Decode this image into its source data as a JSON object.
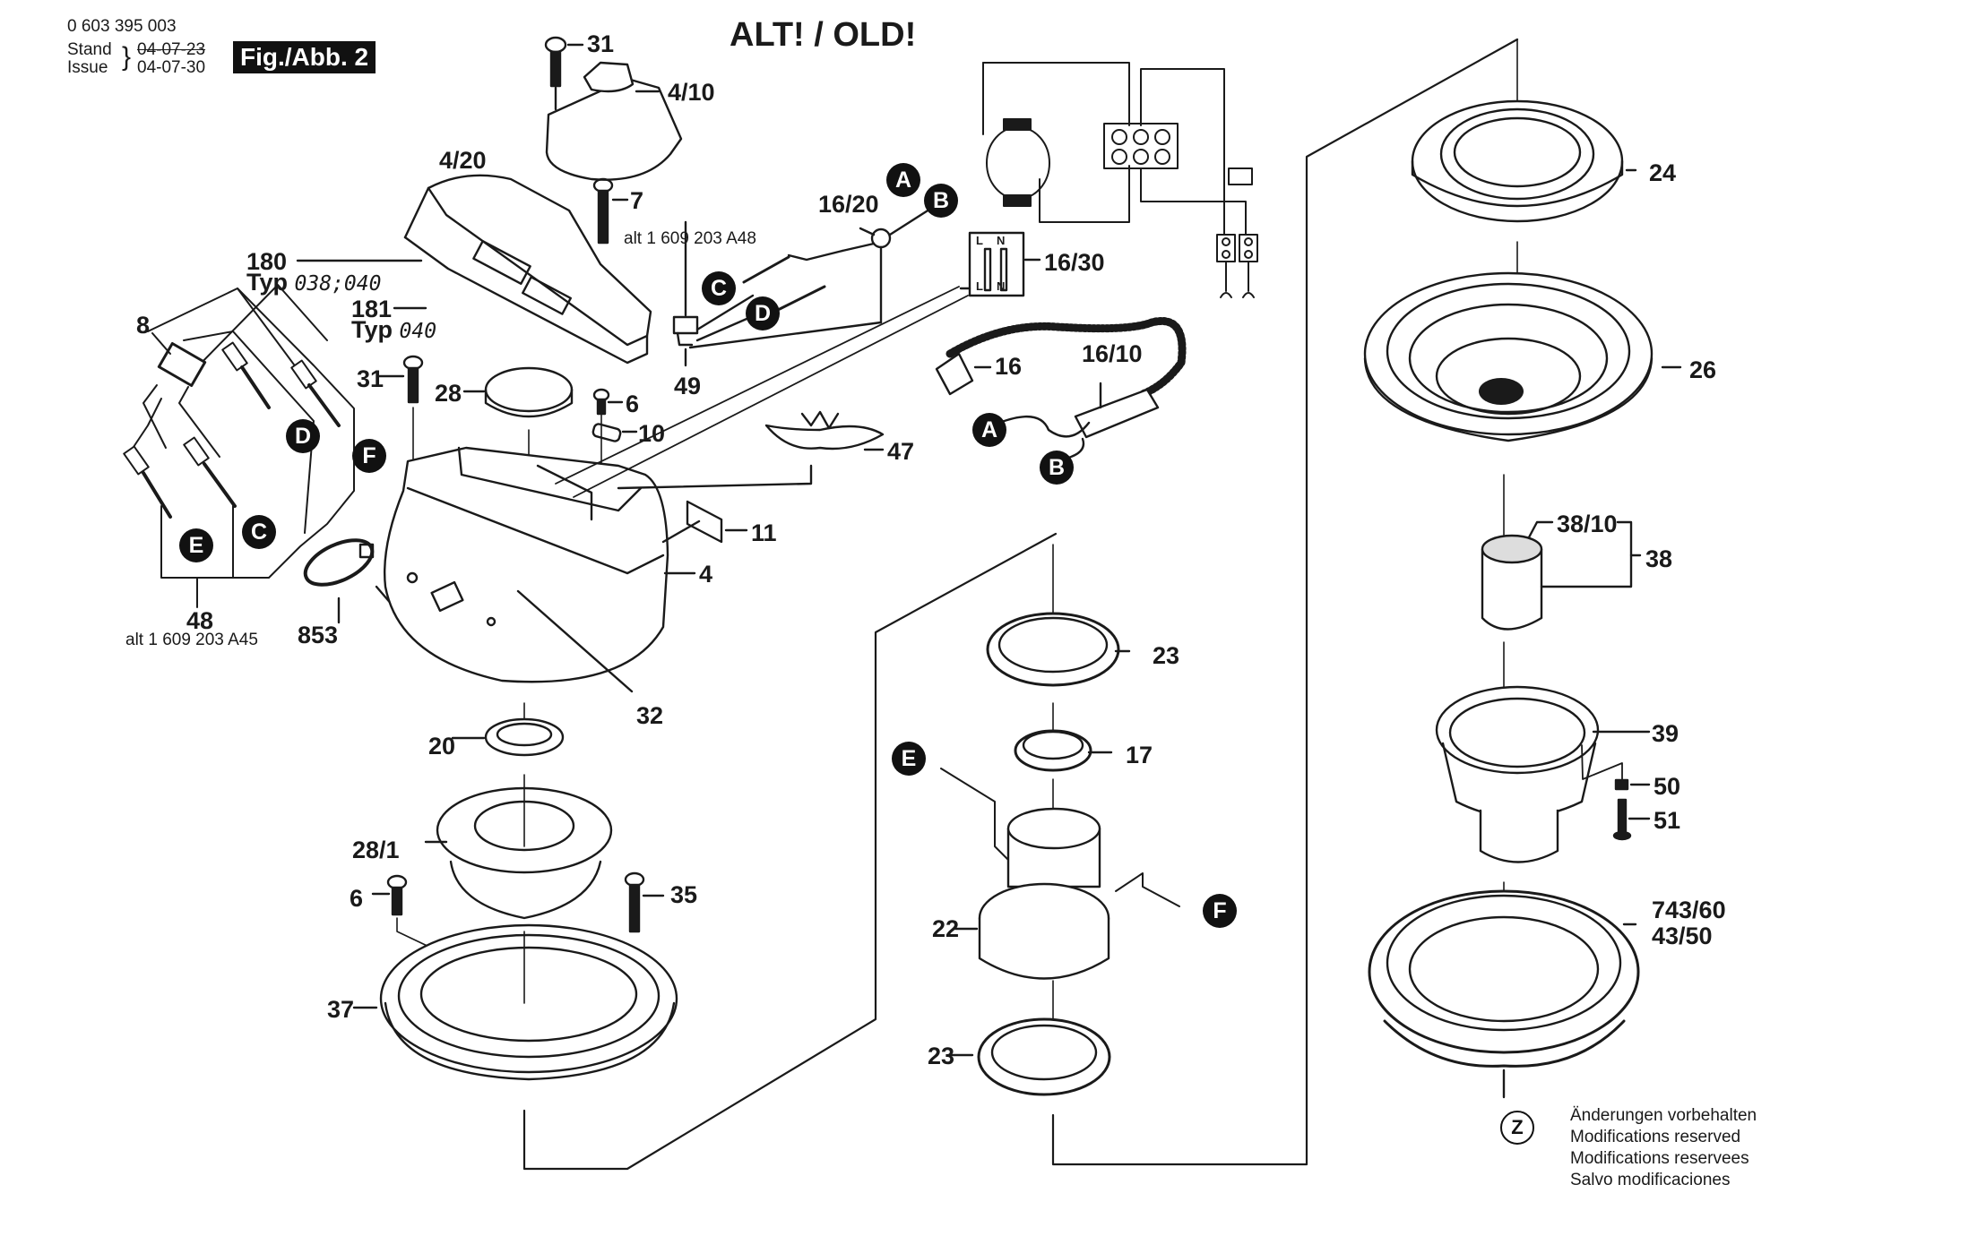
{
  "header": {
    "part_number": "0 603 395 003",
    "stand_label": "Stand",
    "issue_label": "Issue",
    "stand_date_struck": "04-07-23",
    "issue_date": "04-07-30",
    "figure_label": "Fig./Abb. 2"
  },
  "title": "ALT! / OLD!",
  "labels": {
    "p31_top": "31",
    "p4_10": "4/10",
    "p4_20": "4/20",
    "p7": "7",
    "p180": "180",
    "p180_typ_prefix": "Typ",
    "p180_typ": "038;040",
    "p181": "181",
    "p181_typ_prefix": "Typ",
    "p181_typ": "040",
    "p8": "8",
    "p31_mid": "31",
    "p28": "28",
    "p6_top": "6",
    "p10": "10",
    "p16_20": "16/20",
    "alt_a48": "alt 1 609 203 A48",
    "p49": "49",
    "p16_30": "16/30",
    "p16": "16",
    "p16_10": "16/10",
    "p47": "47",
    "p11": "11",
    "p4": "4",
    "p32": "32",
    "p48": "48",
    "alt_a45": "alt 1 609 203 A45",
    "p853": "853",
    "p20": "20",
    "p28_1": "28/1",
    "p6_bottom": "6",
    "p35": "35",
    "p37": "37",
    "p23_top": "23",
    "p17": "17",
    "p22": "22",
    "p23_bottom": "23",
    "p24": "24",
    "p26": "26",
    "p38_10": "38/10",
    "p38": "38",
    "p39": "39",
    "p50": "50",
    "p51": "51",
    "p743_60": "743/60",
    "p43_50": "43/50"
  },
  "connectors": {
    "A": "A",
    "B": "B",
    "C": "C",
    "D": "D",
    "E": "E",
    "F": "F",
    "Z": "Z"
  },
  "switch_box": {
    "top_left": "L",
    "top_right": "N",
    "bottom_left": "L",
    "bottom_right": "N"
  },
  "footer_notes": [
    "Änderungen vorbehalten",
    "Modifications reserved",
    "Modifications reservees",
    "Salvo modificaciones"
  ]
}
